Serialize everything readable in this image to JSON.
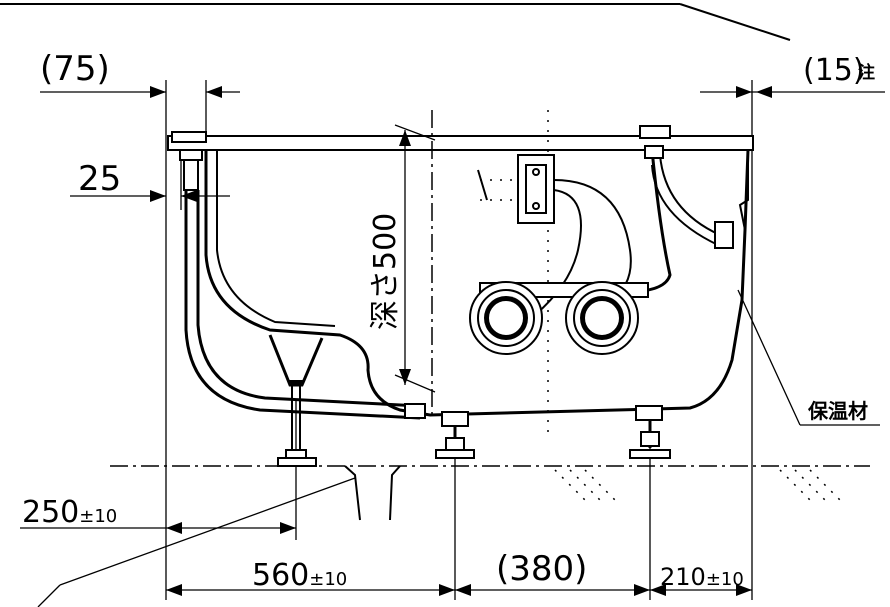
{
  "dimensions": {
    "top_left": "(75)",
    "top_right": "(15)",
    "top_right_note": "注",
    "left_small": "25",
    "bottom_left_value": "250",
    "bottom_left_tol": "±10",
    "bottom_main_value": "560",
    "bottom_main_tol": "±10",
    "bottom_center": "(380)",
    "bottom_right_value": "210",
    "bottom_right_tol": "±10"
  },
  "labels": {
    "depth": "深さ500",
    "insulation": "保温材"
  }
}
